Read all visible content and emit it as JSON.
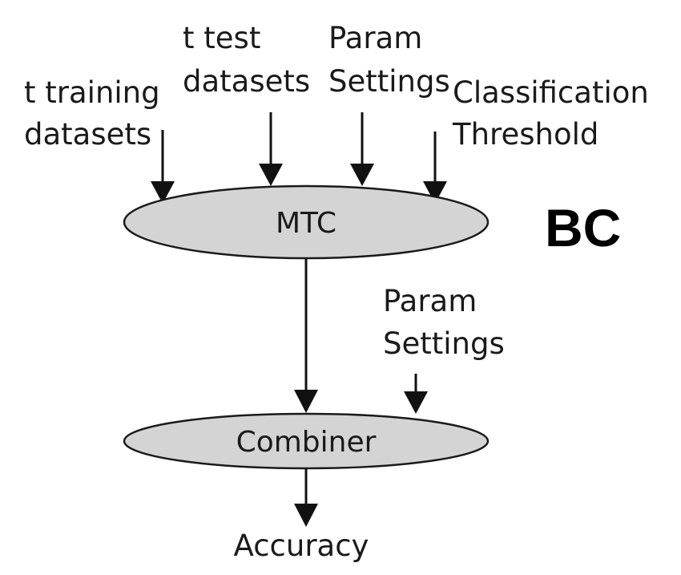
{
  "inputs": {
    "training": [
      "t training",
      "datasets"
    ],
    "test": [
      "t test",
      "datasets"
    ],
    "param_top": [
      "Param",
      "Settings"
    ],
    "threshold": [
      "Classification",
      "Threshold"
    ],
    "param_combiner": [
      "Param",
      "Settings"
    ]
  },
  "nodes": {
    "mtc": "MTC",
    "combiner": "Combiner"
  },
  "output": "Accuracy",
  "badge": "BC",
  "colors": {
    "node_fill": "#d4d4d4",
    "stroke": "#111111"
  }
}
